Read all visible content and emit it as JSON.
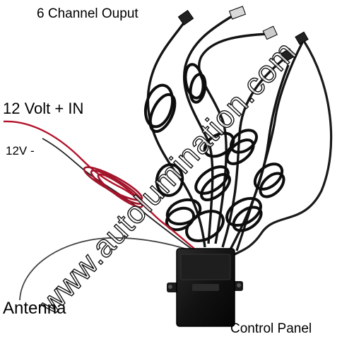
{
  "labels": {
    "output": "6 Channel Ouput",
    "power_in": "12 Volt + IN",
    "ground": "12V -",
    "antenna": "Antenna",
    "control_panel": "Control Panel"
  },
  "watermark": "www.autolumination.com",
  "colors": {
    "background": "#ffffff",
    "cable": "#111111",
    "red_wire": "#b3122a",
    "box": "#141414"
  }
}
